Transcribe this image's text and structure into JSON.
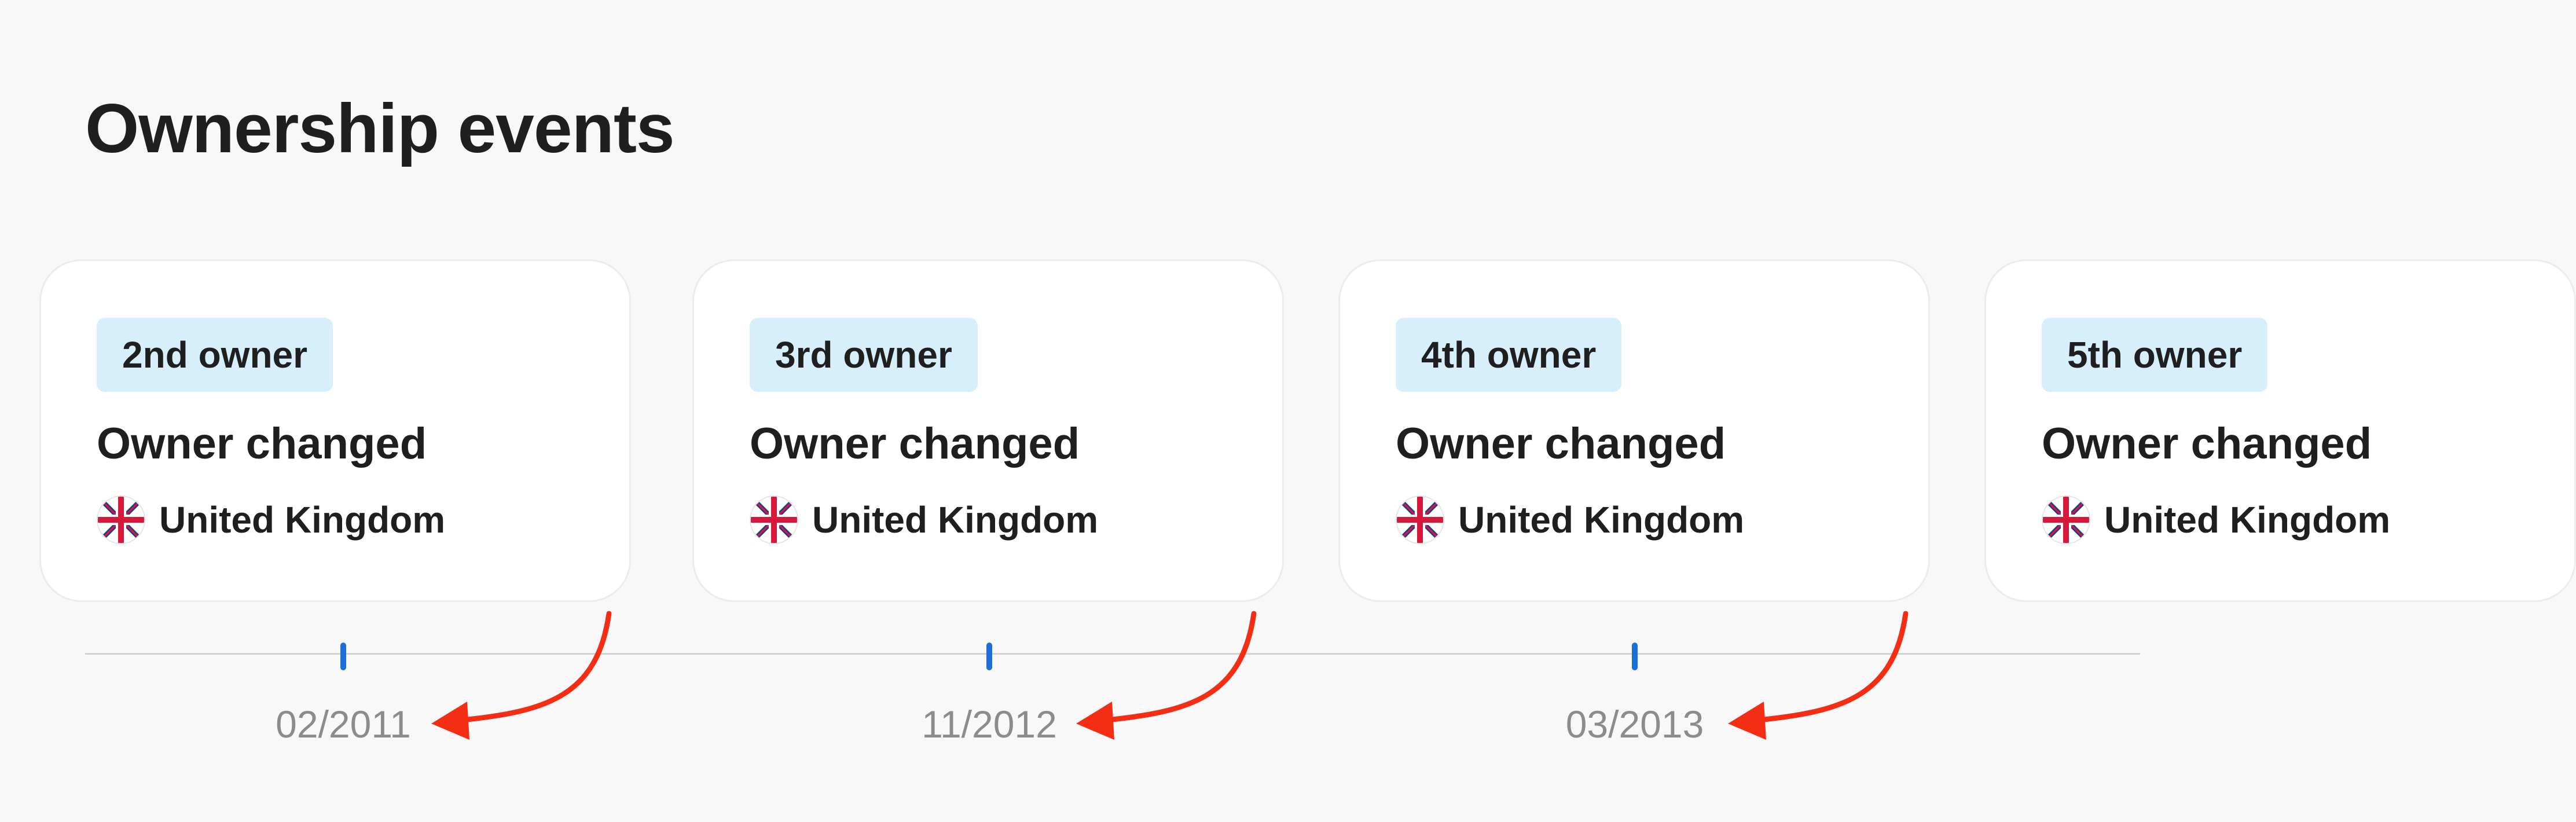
{
  "page": {
    "title": "Ownership events"
  },
  "events": [
    {
      "badge": "2nd owner",
      "title": "Owner changed",
      "country": "United Kingdom",
      "flag_icon": "uk-flag-icon",
      "date": "02/2011"
    },
    {
      "badge": "3rd owner",
      "title": "Owner changed",
      "country": "United Kingdom",
      "flag_icon": "uk-flag-icon",
      "date": "11/2012"
    },
    {
      "badge": "4th owner",
      "title": "Owner changed",
      "country": "United Kingdom",
      "flag_icon": "uk-flag-icon",
      "date": "03/2013"
    },
    {
      "badge": "5th owner",
      "title": "Owner changed",
      "country": "United Kingdom",
      "flag_icon": "uk-flag-icon",
      "date": ""
    }
  ],
  "colors": {
    "background": "#f8f8f8",
    "badge_background": "#d7eefb",
    "tick": "#1c6fd9",
    "arrow": "#f42e14",
    "date_text": "#8c8c8c"
  }
}
